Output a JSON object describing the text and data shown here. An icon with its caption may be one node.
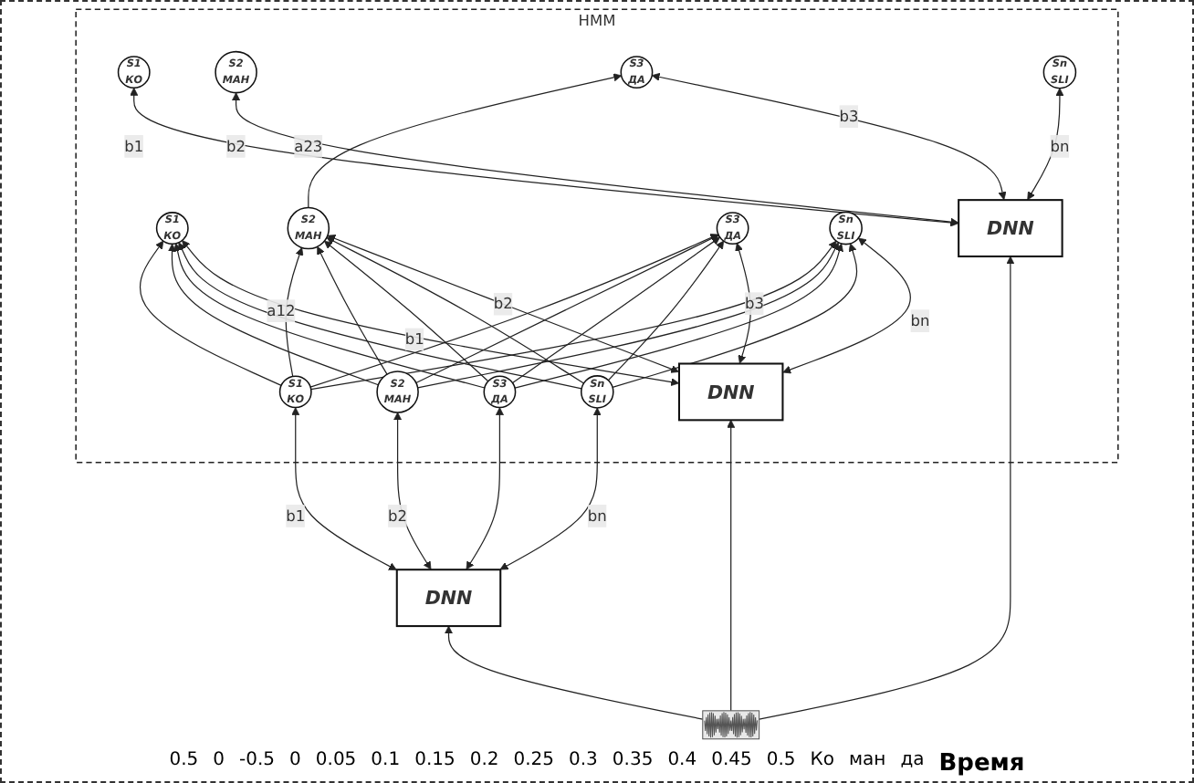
{
  "diagram": {
    "nodes": [
      {
        "text": [
          "HMM"
        ]
      },
      {
        "text": [
          "S1",
          "КО"
        ],
        "in": 0
      },
      {
        "text": [
          "S2",
          "МАН"
        ],
        "in": 0
      },
      {
        "text": [
          "S3",
          "ДА"
        ],
        "in": 0
      },
      {
        "text": [
          "Sn",
          "SLI"
        ],
        "in": 0
      },
      {
        "text": [
          "S1",
          "КО"
        ],
        "in": 0
      },
      {
        "text": [
          "S2",
          "МАН"
        ],
        "in": 0
      },
      {
        "text": [
          "S3",
          "ДА"
        ],
        "in": 0
      },
      {
        "text": [
          "Sn",
          "SLI"
        ],
        "in": 0
      },
      {
        "text": [
          "S1",
          "КО"
        ],
        "in": 0
      },
      {
        "text": [
          "S2",
          "МАН"
        ],
        "in": 0
      },
      {
        "text": [
          "S3",
          "ДА"
        ],
        "in": 0
      },
      {
        "text": [
          "Sn",
          "SLI"
        ],
        "in": 0
      },
      {
        "text": [
          "DNN"
        ],
        "in": 0
      },
      {
        "text": [
          "DNN"
        ],
        "in": 0
      },
      {
        "text": [
          "DNN"
        ]
      },
      {
        "text": [],
        "shape": "picture"
      }
    ],
    "edges": [
      {
        "from": 9,
        "to": 5,
        "arrow": "to"
      },
      {
        "from": 9,
        "to": 6,
        "arrow": "to",
        "label": "a12"
      },
      {
        "from": 9,
        "to": 7,
        "arrow": "to"
      },
      {
        "from": 9,
        "to": 8,
        "arrow": "to"
      },
      {
        "from": 10,
        "to": 5,
        "arrow": "to"
      },
      {
        "from": 10,
        "to": 6,
        "arrow": "to"
      },
      {
        "from": 10,
        "to": 7,
        "arrow": "to"
      },
      {
        "from": 10,
        "to": 8,
        "arrow": "to"
      },
      {
        "from": 11,
        "to": 5,
        "arrow": "to"
      },
      {
        "from": 11,
        "to": 6,
        "arrow": "to"
      },
      {
        "from": 11,
        "to": 7,
        "arrow": "to"
      },
      {
        "from": 11,
        "to": 8,
        "arrow": "to"
      },
      {
        "from": 12,
        "to": 5,
        "arrow": "to"
      },
      {
        "from": 12,
        "to": 6,
        "arrow": "to"
      },
      {
        "from": 12,
        "to": 7,
        "arrow": "to"
      },
      {
        "from": 12,
        "to": 8,
        "arrow": "to"
      },
      {
        "from": 6,
        "to": 3,
        "arrow": "to",
        "label": "a23"
      },
      {
        "from": 13,
        "to": 1,
        "arrow": "both",
        "label": "b1"
      },
      {
        "from": 13,
        "to": 2,
        "arrow": "both",
        "label": "b2"
      },
      {
        "from": 13,
        "to": 3,
        "arrow": "both",
        "label": "b3"
      },
      {
        "from": 13,
        "to": 4,
        "arrow": "both",
        "label": "bn"
      },
      {
        "from": 14,
        "to": 5,
        "arrow": "both",
        "label": "b1"
      },
      {
        "from": 14,
        "to": 6,
        "arrow": "both",
        "label": "b2"
      },
      {
        "from": 14,
        "to": 7,
        "arrow": "both",
        "label": "b3"
      },
      {
        "from": 14,
        "to": 8,
        "arrow": "both",
        "label": "bn"
      },
      {
        "from": 15,
        "to": 9,
        "arrow": "both",
        "label": "b1"
      },
      {
        "from": 15,
        "to": 10,
        "arrow": "both",
        "label": "b2"
      },
      {
        "from": 15,
        "to": 11,
        "arrow": "both"
      },
      {
        "from": 15,
        "to": 12,
        "arrow": "both",
        "label": "bn"
      },
      {
        "from": 16,
        "to": 15,
        "arrow": "to"
      },
      {
        "from": 16,
        "to": 14,
        "arrow": "to"
      },
      {
        "from": 16,
        "to": 13,
        "arrow": "to"
      }
    ],
    "labels": [
      "0.5",
      "0",
      "-0.5",
      "0",
      "0.05",
      "0.1",
      "0.15",
      "0.2",
      "0.25",
      "0.3",
      "0.35",
      "0.4",
      "0.45",
      "0.5",
      "Ко",
      "ман",
      "да",
      "Время"
    ]
  }
}
